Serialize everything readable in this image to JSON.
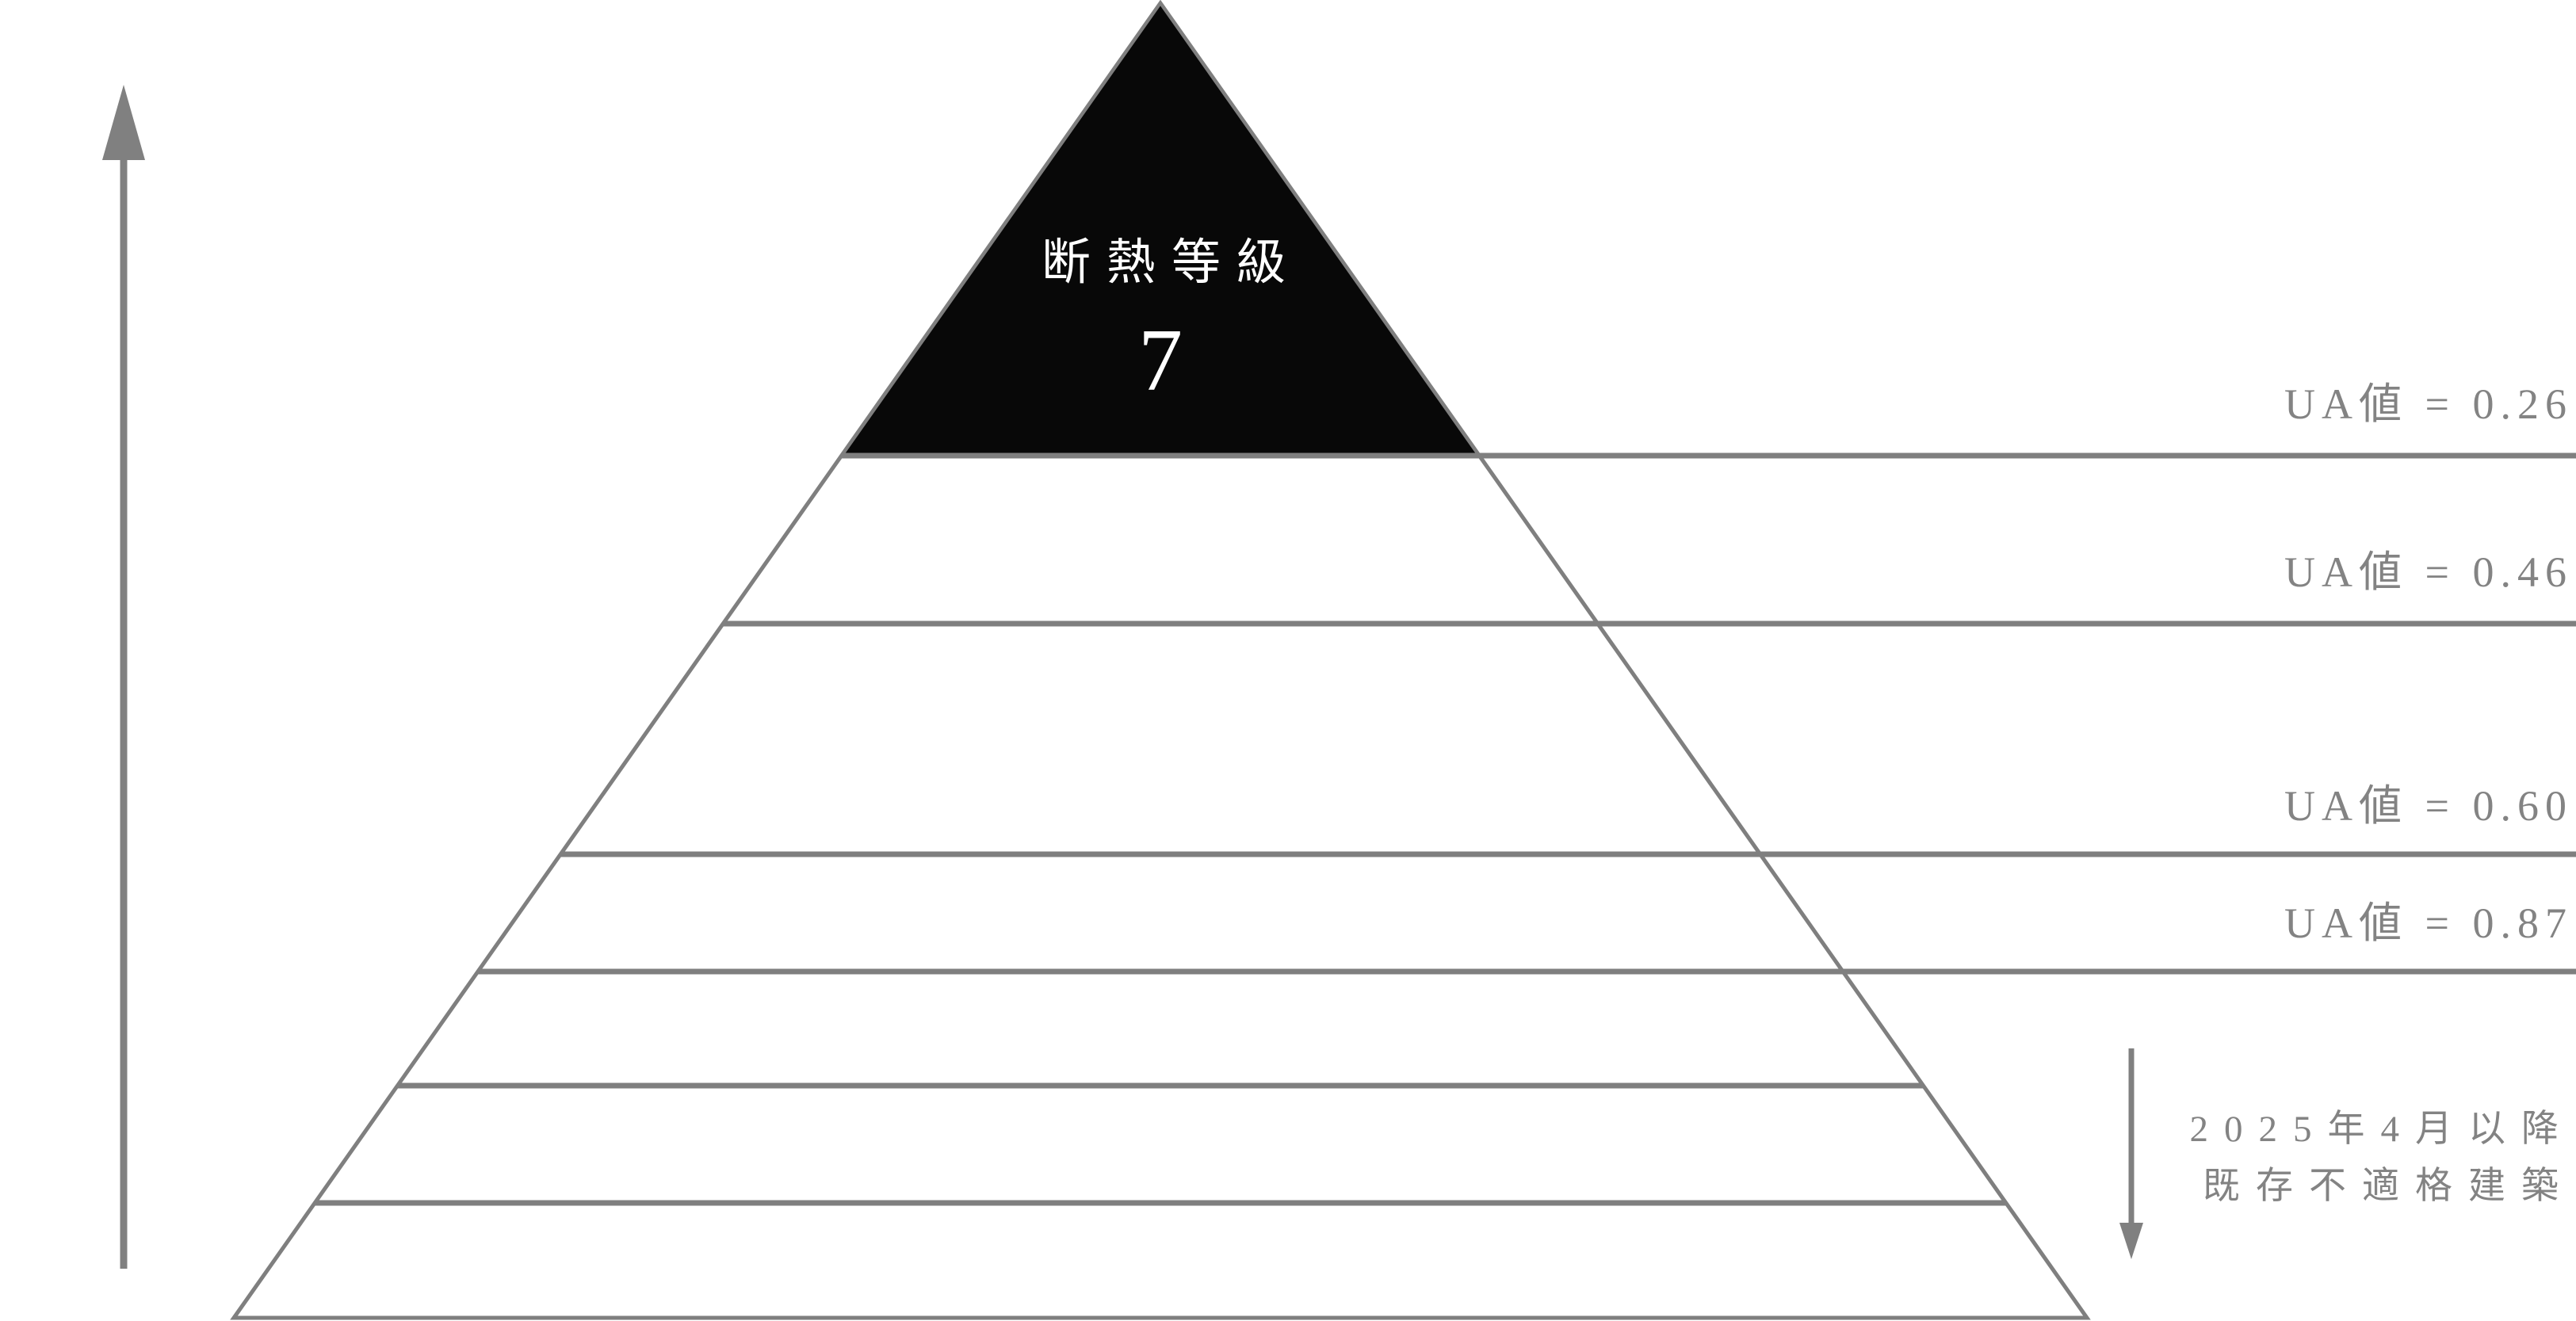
{
  "colors": {
    "background": "#ffffff",
    "line_gray": "#7f7f7f",
    "text_gray": "#838383",
    "apex_black": "#080808",
    "apex_text": "#ffffff"
  },
  "pyramid": {
    "apex_title": "断熱等級",
    "apex_grade": "7",
    "level_count": 7,
    "ua_labels": [
      "UA値 = 0.26",
      "UA値 = 0.46",
      "UA値 = 0.60",
      "UA値 = 0.87"
    ]
  },
  "annotation": {
    "line1": "2025年4月以降",
    "line2": "既存不適格建築"
  },
  "icons": {
    "up_arrow": "up-arrow",
    "down_arrow": "down-arrow"
  }
}
